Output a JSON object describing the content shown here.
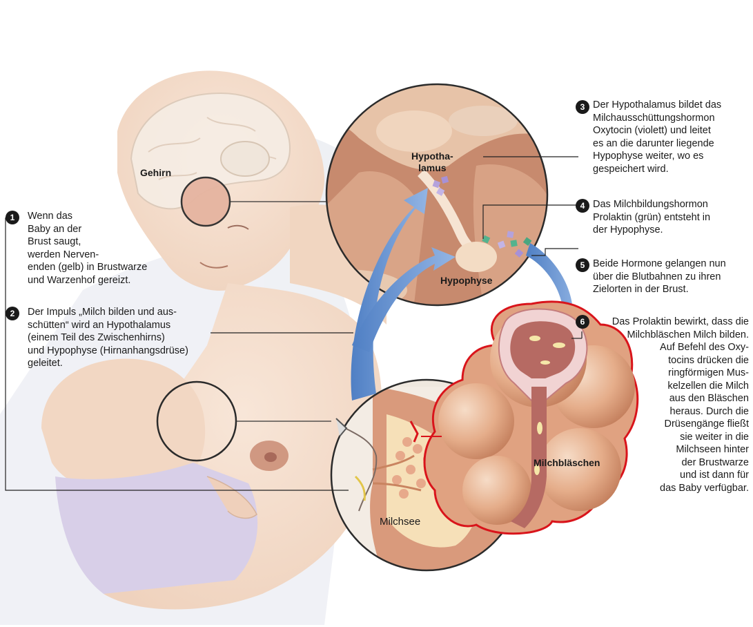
{
  "labels": {
    "brain": "Gehirn",
    "hypothalamus_1": "Hypotha-",
    "hypothalamus_2": "lamus",
    "pituitary": "Hypophyse",
    "milk_sinus": "Milchsee",
    "alveoli": "Milchbläschen"
  },
  "steps": [
    {
      "number": "1",
      "lines": [
        "Wenn das",
        "Baby an der",
        "Brust saugt,",
        "werden Nerven-",
        "enden (gelb) in Brustwarze",
        "und Warzenhof gereizt."
      ]
    },
    {
      "number": "2",
      "lines": [
        "Der Impuls „Milch bilden und aus-",
        "schütten“ wird an Hypothalamus",
        "(einem Teil des Zwischenhirns)",
        "und Hypophyse (Hirnanhangsdrüse)",
        "geleitet."
      ]
    },
    {
      "number": "3",
      "lines": [
        "Der Hypothalamus bildet das",
        "Milchausschüttungshormon",
        "Oxytocin (violett) und leitet",
        "es an die darunter liegende",
        "Hypophyse weiter, wo es",
        "gespeichert wird."
      ]
    },
    {
      "number": "4",
      "lines": [
        "Das Milchbildungshormon",
        "Prolaktin (grün) entsteht in",
        "der Hypophyse."
      ]
    },
    {
      "number": "5",
      "lines": [
        "Beide Hormone gelangen nun",
        "über die Blutbahnen zu ihren",
        "Zielorten in der Brust."
      ]
    },
    {
      "number": "6",
      "lines": [
        "Das Prolaktin bewirkt, dass die",
        "Milchbläschen Milch bilden.",
        "Auf Befehl des Oxy-",
        "tocins drücken die",
        "ringförmigen Mus-",
        "kelzellen die Milch",
        "aus den Bläschen",
        "heraus. Durch die",
        "Drüsengänge fließt",
        "sie weiter in die",
        "Milchseen hinter",
        "der Brustwarze",
        "und ist dann für",
        "das Baby verfügbar."
      ]
    }
  ],
  "colors": {
    "skin": "#f3d9c4",
    "arrow_blue": "#6f98d1",
    "alveoli_outline": "#d9141b",
    "tissue": "#c98a6a",
    "oxytocin": "#b4a2dc",
    "prolactin": "#54b38e"
  }
}
